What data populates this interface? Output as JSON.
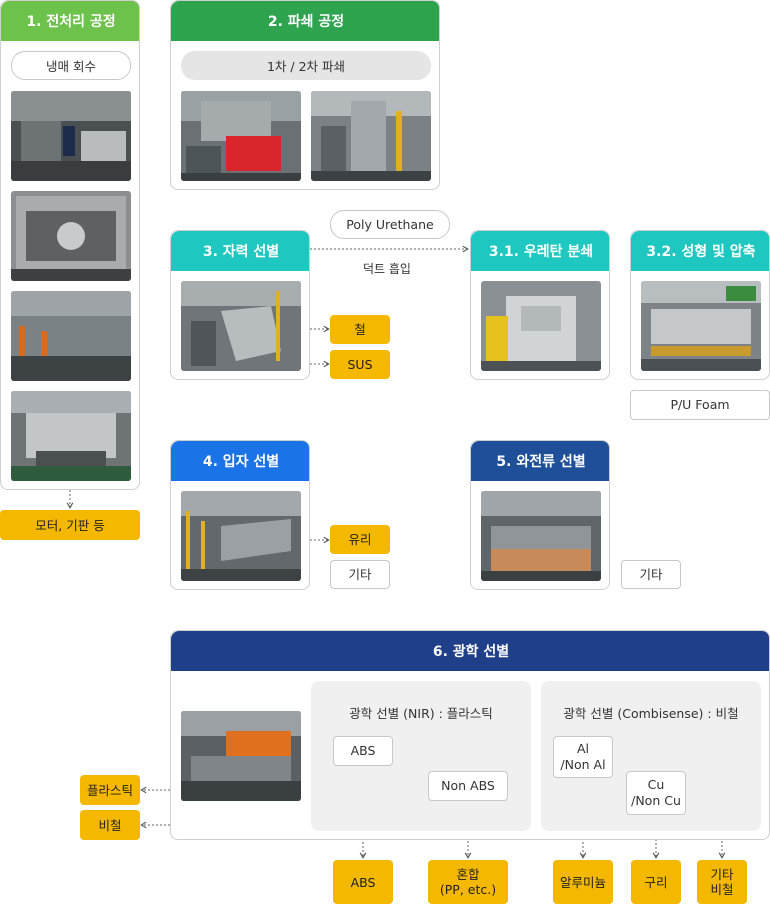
{
  "colors": {
    "green": "#6cc24a",
    "green_dark": "#2ea44f",
    "teal": "#1ec8c0",
    "blue": "#1b73e8",
    "navy": "#1f3f88",
    "yellow": "#f5b800"
  },
  "step1": {
    "title": "1. 전처리 공정",
    "pill": "냉매 회수",
    "output": "모터, 기판 등"
  },
  "step2": {
    "title": "2. 파쇄 공정",
    "pill": "1차 / 2차 파쇄"
  },
  "step3": {
    "title": "3. 자력 선별",
    "outputs": [
      "철",
      "SUS"
    ]
  },
  "poly": {
    "pill": "Poly Urethane",
    "duct": "덕트 흡입"
  },
  "step31": {
    "title": "3.1. 우레탄 분쇄"
  },
  "step32": {
    "title": "3.2. 성형 및 압축",
    "output": "P/U Foam"
  },
  "step4": {
    "title": "4. 입자 선별",
    "output_yellow": "유리",
    "output_white": "기타"
  },
  "step5": {
    "title": "5. 와전류 선별",
    "output": "기타"
  },
  "step6": {
    "title": "6. 광학 선별",
    "nir_title": "광학 선별 (NIR) : 플라스틱",
    "combi_title": "광학 선별 (Combisense) : 비철",
    "abs_node": "ABS",
    "nonabs_node": "Non ABS",
    "al_node": "Al\n/Non Al",
    "cu_node": "Cu\n/Non Cu",
    "left_outputs": [
      "플라스틱",
      "비철"
    ],
    "bottom_outputs": [
      "ABS",
      "혼합\n(PP, etc.)",
      "알루미늄",
      "구리",
      "기타\n비철"
    ]
  }
}
